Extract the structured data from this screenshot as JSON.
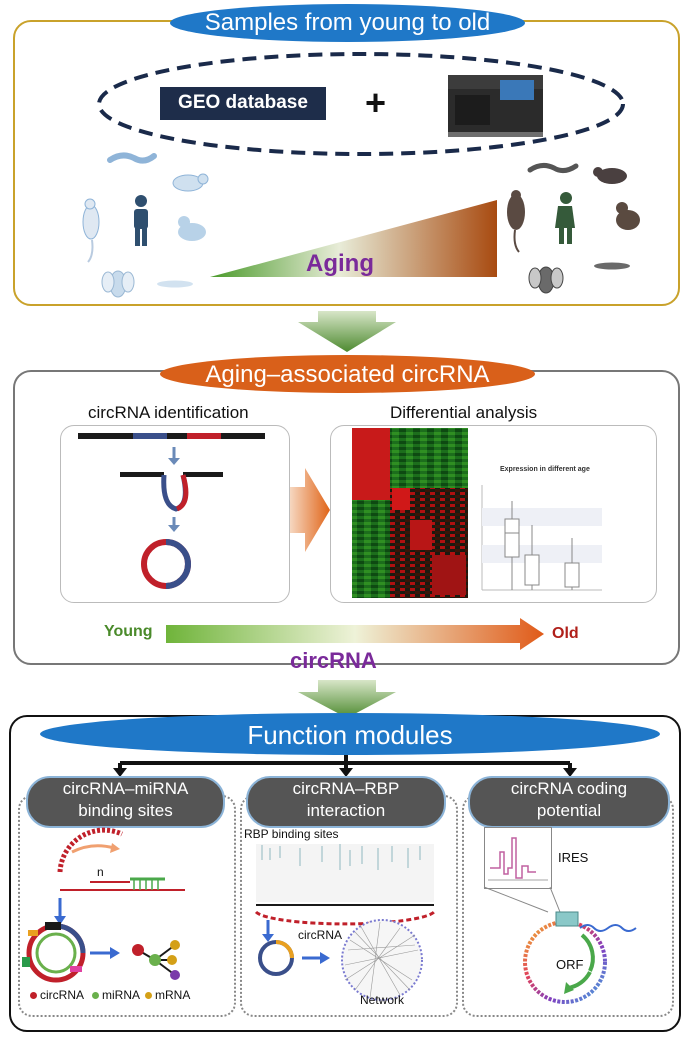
{
  "section1": {
    "title": "Samples from young to old",
    "geo_label": "GEO database",
    "plus": "+",
    "aging_label": "Aging"
  },
  "section2": {
    "title": "Aging–associated circRNA",
    "identification_label": "circRNA identification",
    "differential_label": "Differential analysis",
    "boxplot_title": "Expression in different age",
    "young_label": "Young",
    "old_label": "Old",
    "circrna_label": "circRNA"
  },
  "section3": {
    "title": "Function modules",
    "module1": {
      "title_line1": "circRNA–miRNA",
      "title_line2": "binding sites",
      "n_label": "n"
    },
    "module2": {
      "title_line1": "circRNA–RBP",
      "title_line2": "interaction",
      "rbp_label": "RBP binding sites",
      "circ_label": "circRNA",
      "network_label": "Network"
    },
    "module3": {
      "title_line1": "circRNA coding",
      "title_line2": "potential",
      "ires_label": "IRES",
      "orf_label": "ORF"
    },
    "legend": [
      {
        "label": "circRNA",
        "color": "#c0202a"
      },
      {
        "label": "miRNA",
        "color": "#6ab04c"
      },
      {
        "label": "mRNA",
        "color": "#d4a017"
      }
    ]
  },
  "colors": {
    "blue_pill": "#1f78c8",
    "orange_pill": "#d9601a",
    "dark_pill": "#555555",
    "gold_border": "#c9a22b",
    "arrow_green": "#5a8a3a"
  }
}
